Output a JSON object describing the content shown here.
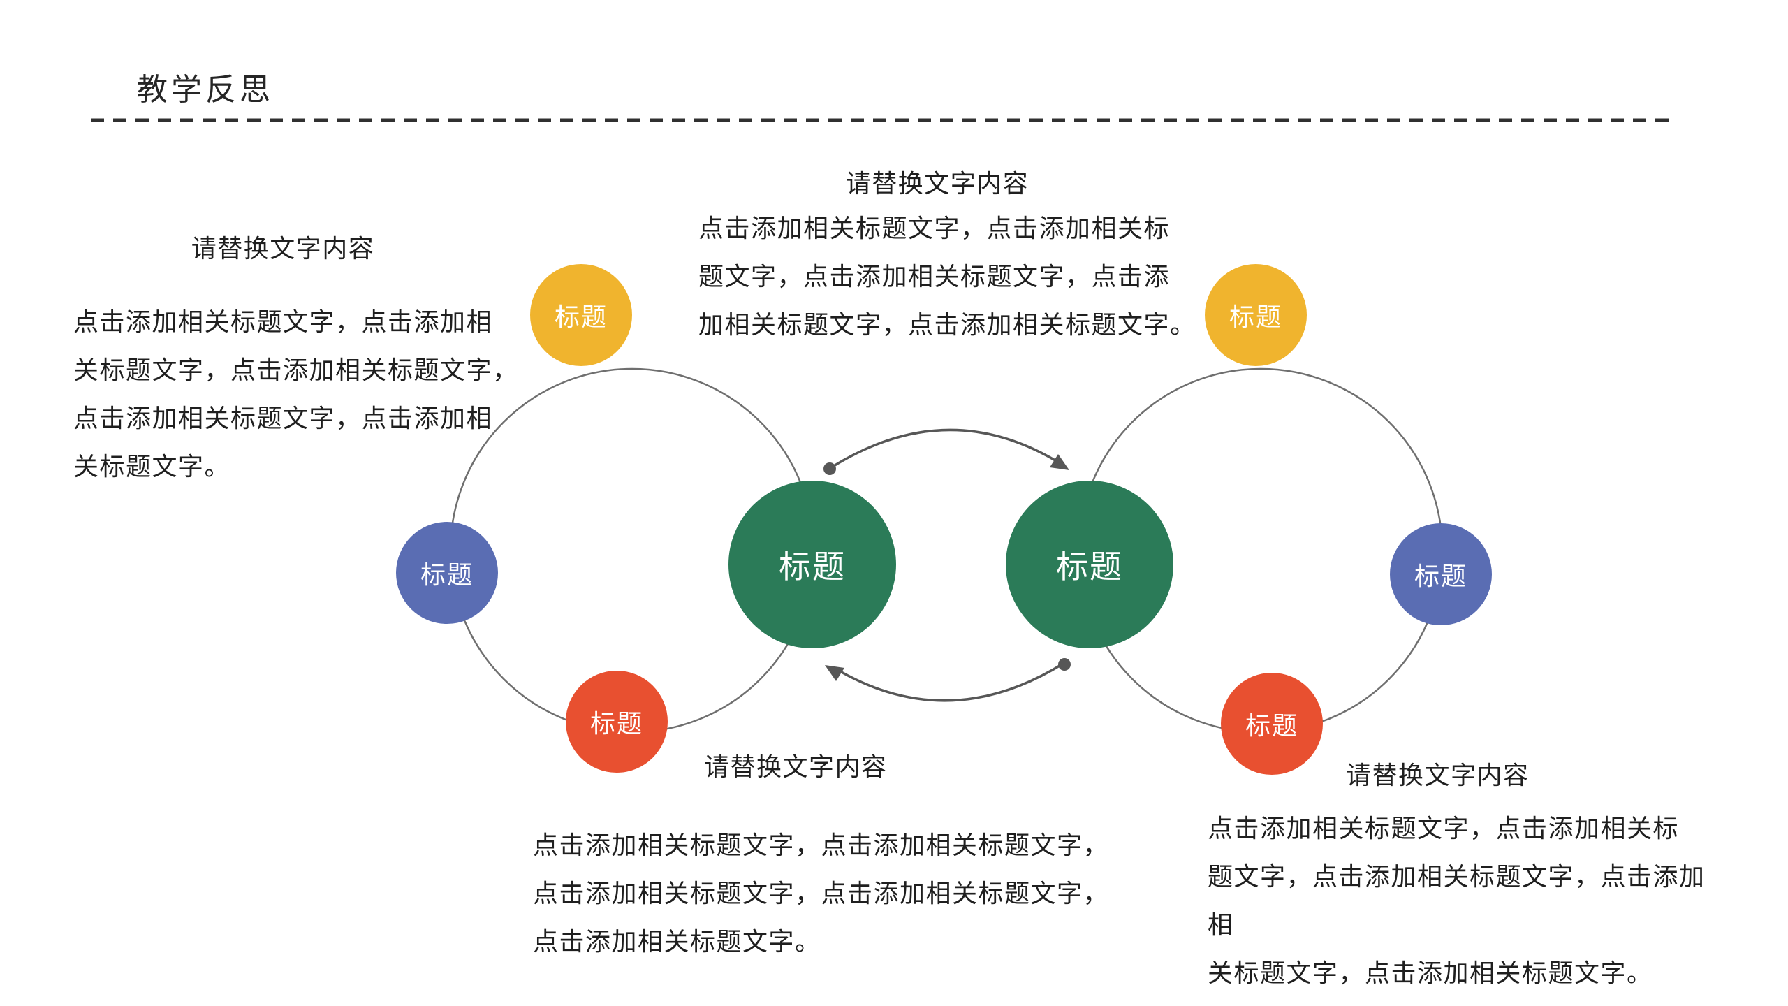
{
  "slide": {
    "title": "教学反思",
    "background_color": "#ffffff",
    "divider_style": "dashed"
  },
  "colors": {
    "yellow": "#F0B42E",
    "blue": "#5A6DB3",
    "red": "#E85030",
    "green": "#2B7B58",
    "ring_stroke": "#6F6F6F",
    "arrow": "#575757",
    "dashed_line": "#303030",
    "text": "#1f1f1f",
    "circle_label_text": "#ffffff"
  },
  "text_blocks": {
    "top_left": {
      "title": "请替换文字内容",
      "lines": [
        "点击添加相关标题文字，点击添加相",
        "关标题文字，点击添加相关标题文字，",
        "点击添加相关标题文字，点击添加相",
        "关标题文字。"
      ]
    },
    "top_center": {
      "title": "请替换文字内容",
      "lines": [
        "点击添加相关标题文字，点击添加相关标",
        "题文字，点击添加相关标题文字，点击添",
        "加相关标题文字，点击添加相关标题文字。"
      ]
    },
    "bottom_left": {
      "title": "请替换文字内容",
      "lines": [
        "点击添加相关标题文字，点击添加相关标题文字，",
        "点击添加相关标题文字，点击添加相关标题文字，",
        "点击添加相关标题文字。"
      ]
    },
    "bottom_right": {
      "title": "请替换文字内容",
      "lines": [
        "点击添加相关标题文字，点击添加相关标",
        "题文字，点击添加相关标题文字，点击添加相",
        "关标题文字，点击添加相关标题文字。"
      ]
    }
  },
  "diagram": {
    "description": "two overlapping circular cycles with colored nodes and exchange arrows",
    "circles": [
      {
        "id": "yellow-left",
        "label": "标题",
        "color": "#F0B42E"
      },
      {
        "id": "blue-left",
        "label": "标题",
        "color": "#5A6DB3"
      },
      {
        "id": "red-left",
        "label": "标题",
        "color": "#E85030"
      },
      {
        "id": "green-left",
        "label": "标题",
        "color": "#2B7B58"
      },
      {
        "id": "green-right",
        "label": "标题",
        "color": "#2B7B58"
      },
      {
        "id": "yellow-right",
        "label": "标题",
        "color": "#F0B42E"
      },
      {
        "id": "blue-right",
        "label": "标题",
        "color": "#5A6DB3"
      },
      {
        "id": "red-right",
        "label": "标题",
        "color": "#E85030"
      }
    ]
  }
}
